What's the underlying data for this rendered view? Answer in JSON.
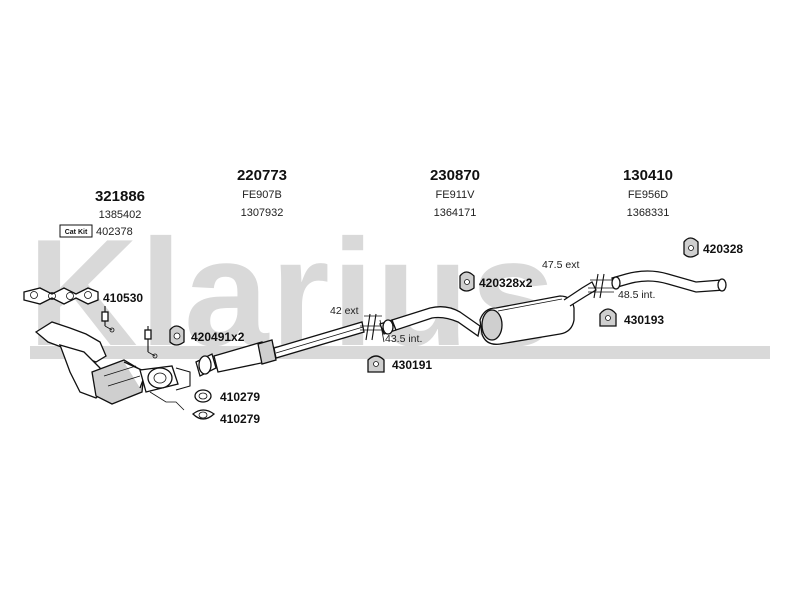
{
  "watermark": "Klarius",
  "columns": [
    {
      "part": "321886",
      "ref": "1385402"
    },
    {
      "part": "220773",
      "code": "FE907B",
      "ref": "1307932"
    },
    {
      "part": "230870",
      "code": "FE911V",
      "ref": "1364171"
    },
    {
      "part": "130410",
      "code": "FE956D",
      "ref": "1368331"
    }
  ],
  "catkit": {
    "label": "Cat Kit",
    "number": "402378"
  },
  "labels": {
    "manifold": "410530",
    "clamp_front": "420491x2",
    "gasket_a": "410279",
    "gasket_b": "410279",
    "bracket_mid": "430191",
    "hanger_mid": "420328x2",
    "hanger_rear_top": "420328",
    "bracket_rear": "430193"
  },
  "dimensions": {
    "d42": "42 ext",
    "d435": "43.5 int.",
    "d475": "47.5 ext",
    "d485": "48.5 int."
  }
}
